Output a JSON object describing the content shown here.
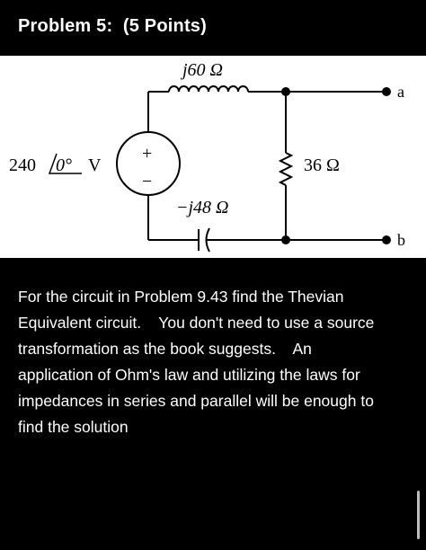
{
  "problem": {
    "title": "Problem 5:  (5 Points)"
  },
  "circuit": {
    "source_label": "240 /0° V",
    "source_magnitude": "240",
    "source_angle": "0°",
    "source_unit": "V",
    "source_plus": "+",
    "source_minus": "−",
    "inductor_label": "j60 Ω",
    "capacitor_label": "−j48 Ω",
    "resistor_label": "36 Ω",
    "terminal_a": "a",
    "terminal_b": "b"
  },
  "description": {
    "lines": [
      "For the circuit in Problem 9.43 find the Thevian",
      "Equivalent circuit.    You don't need to use a source",
      "transformation as the book suggests.    An",
      "application of Ohm's law and utilizing the laws for",
      "impedances in series and parallel will be enough to",
      "find the solution"
    ]
  },
  "colors": {
    "background": "#000000",
    "text": "#ffffff",
    "figure_bg": "#ffffff"
  }
}
